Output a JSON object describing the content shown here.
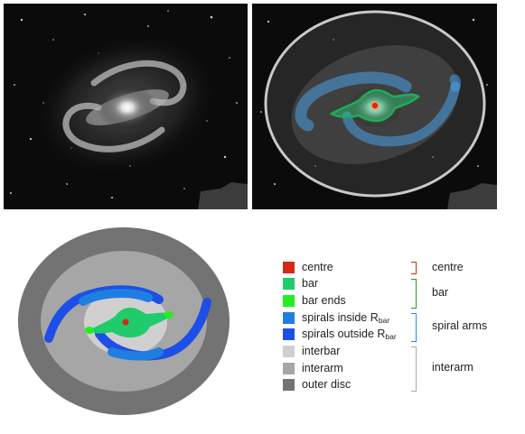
{
  "legend": {
    "items": [
      {
        "label": "centre",
        "color": "#d42a12"
      },
      {
        "label": "bar",
        "color": "#1fcb6a"
      },
      {
        "label": "bar ends",
        "color": "#22ee22"
      },
      {
        "label": "spirals inside R",
        "sub": "bar",
        "color": "#1f7fe0"
      },
      {
        "label": "spirals outside R",
        "sub": "bar",
        "color": "#1d4fe8"
      },
      {
        "label": "interbar",
        "color": "#d0d0d0"
      },
      {
        "label": "interarm",
        "color": "#a6a6a6"
      },
      {
        "label": "outer disc",
        "color": "#737373"
      }
    ],
    "groups": [
      {
        "label": "centre",
        "color": "#d42a12"
      },
      {
        "label": "bar",
        "color": "#2a9a2a"
      },
      {
        "label": "spiral arms",
        "color": "#2a8ae0"
      },
      {
        "label": "interarm",
        "color": "#a9a9a9"
      }
    ]
  }
}
